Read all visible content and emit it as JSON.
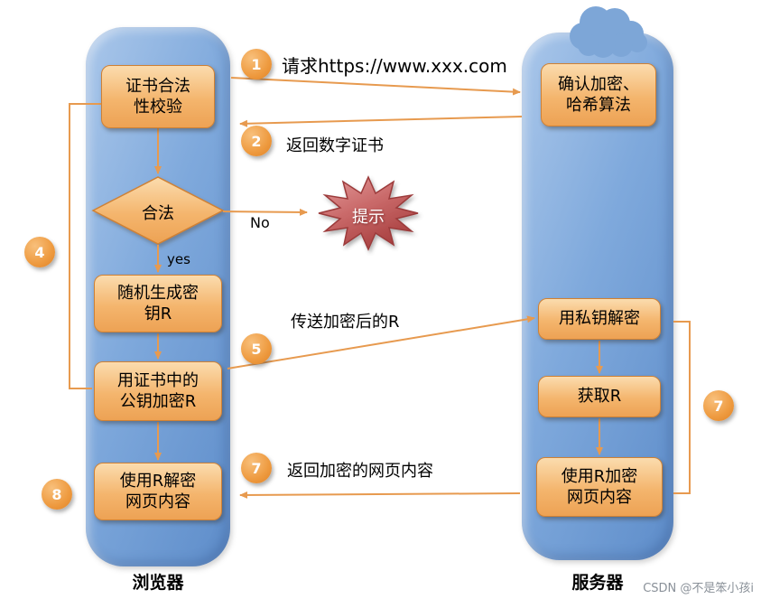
{
  "diagram": {
    "browser": {
      "label": "浏览器",
      "cert_check": "证书合法\n性校验",
      "valid": "合法",
      "gen_key": "随机生成密\n钥R",
      "encrypt_key": "用证书中的\n公钥加密R",
      "decrypt_content": "使用R解密\n网页内容"
    },
    "server": {
      "label": "服务器",
      "confirm_algo": "确认加密、\n哈希算法",
      "private_decrypt": "用私钥解密",
      "get_r": "获取R",
      "encrypt_content": "使用R加密\n网页内容"
    },
    "messages": {
      "m1_badge": "1",
      "m1_label": "请求https://www.xxx.com",
      "m2_badge": "2",
      "m2_label": "返回数字证书",
      "m5_badge": "5",
      "m5_label": "传送加密后的R",
      "m7_badge": "7",
      "m7_label": "返回加密的网页内容"
    },
    "decision": {
      "no_label": "No",
      "yes_label": "yes",
      "alert_label": "提示"
    },
    "badges": {
      "b4": "4",
      "b7": "7",
      "b8": "8"
    },
    "watermark": "CSDN @不是笨小孩i",
    "colors": {
      "lane_blue": "#7fa9dc",
      "box_orange": "#f4b56d",
      "box_border": "#cf8134",
      "arrow_orange": "#e79a4f",
      "badge_orange": "#ee9a3f",
      "alert_red": "#b85050"
    }
  }
}
